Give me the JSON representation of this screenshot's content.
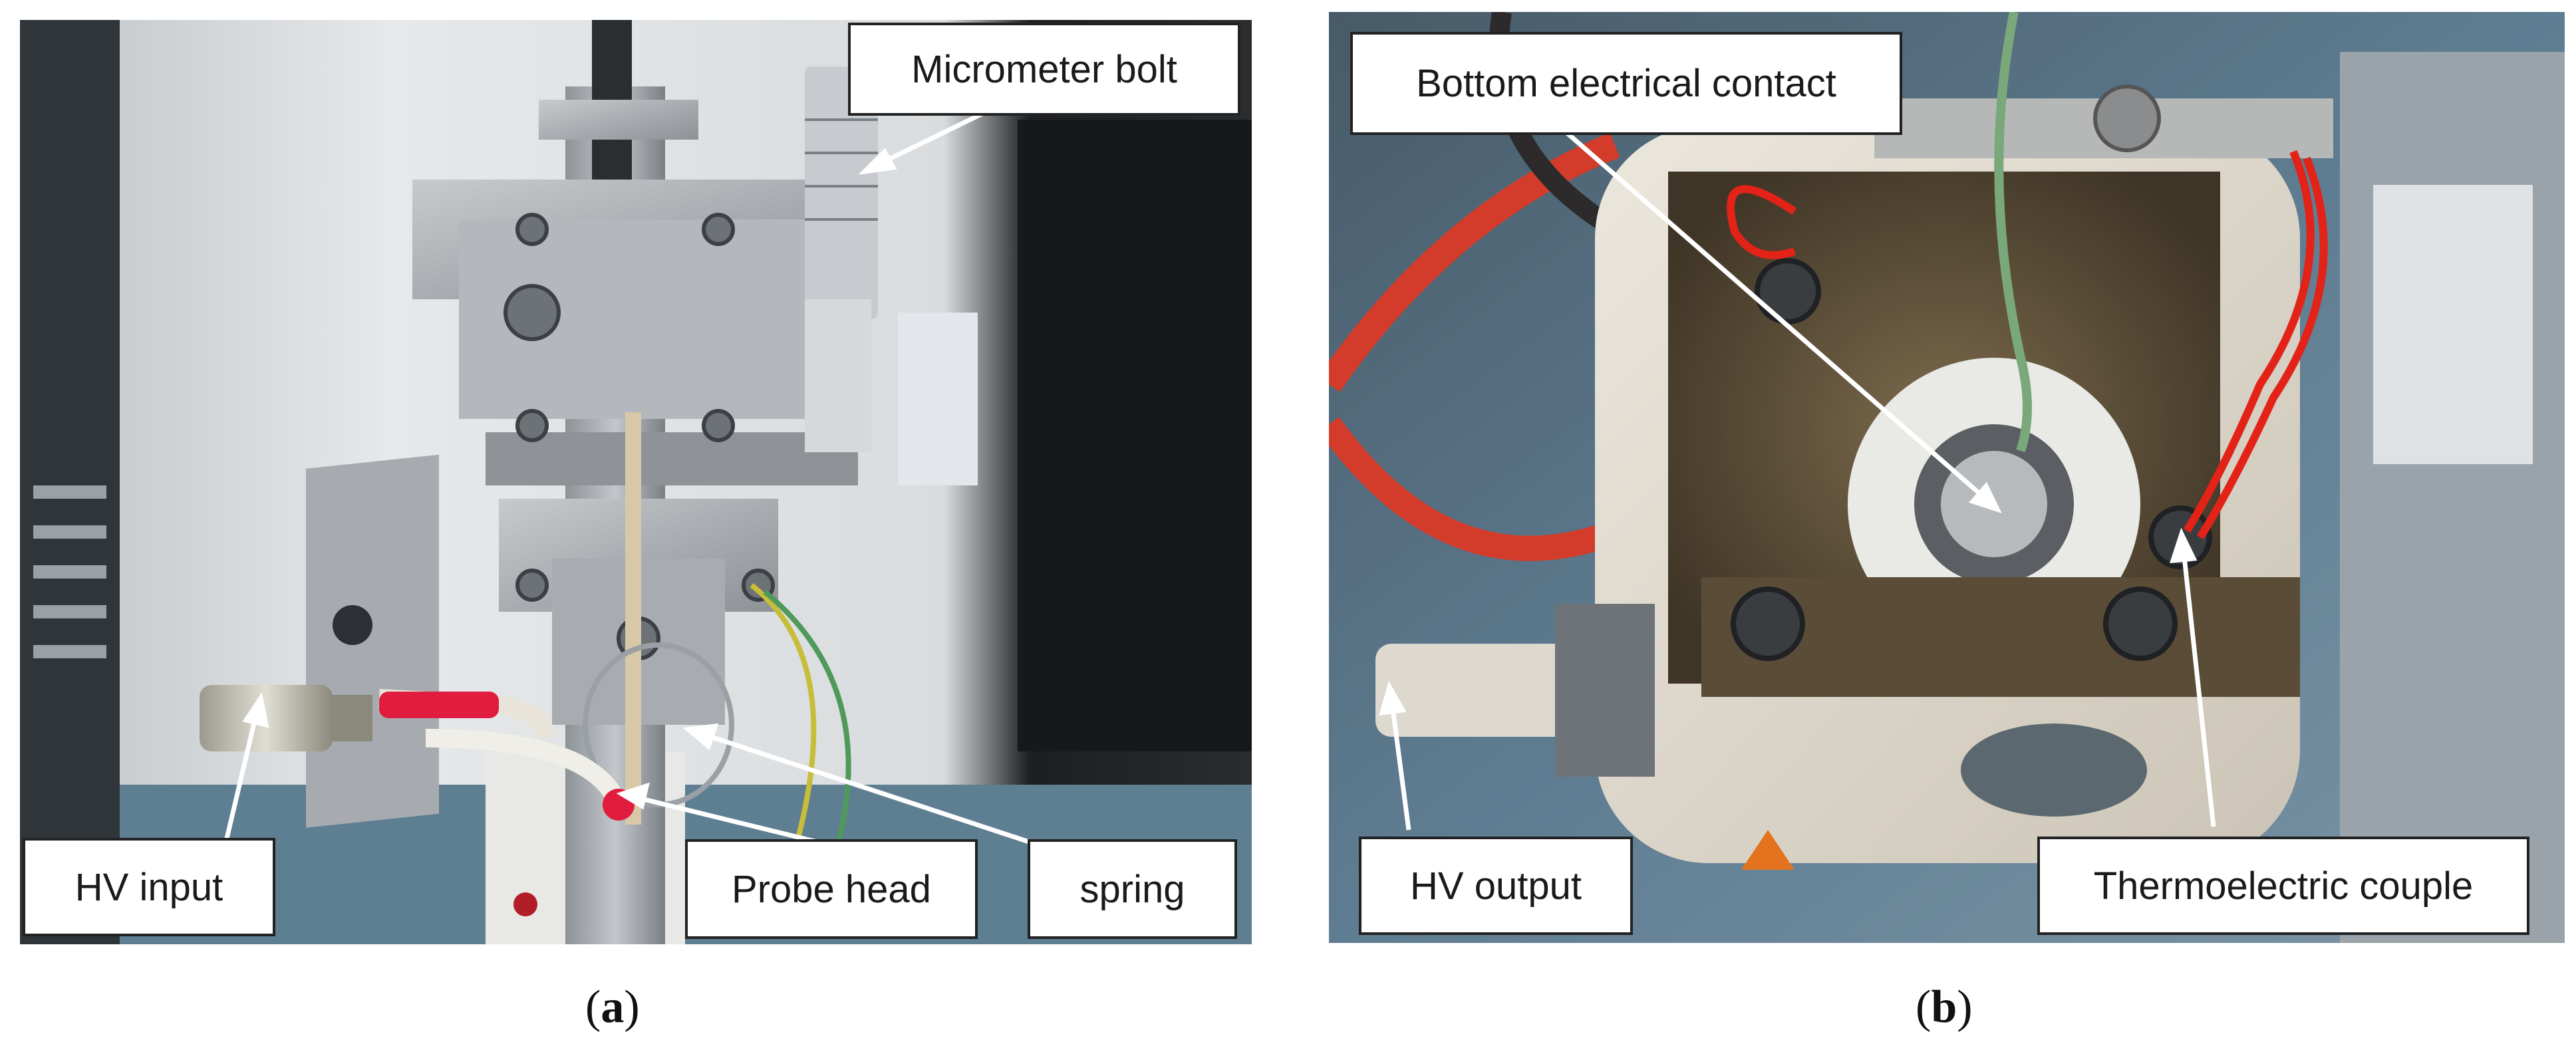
{
  "panel_a": {
    "labels": {
      "micrometer": "Micrometer bolt",
      "hv_input": "HV input",
      "probe_head": "Probe head",
      "spring": "spring"
    },
    "caption_letter": "a"
  },
  "panel_b": {
    "labels": {
      "bottom_contact": "Bottom electrical contact",
      "hv_output": "HV output",
      "thermocouple": "Thermoelectric couple"
    },
    "caption_letter": "b"
  }
}
